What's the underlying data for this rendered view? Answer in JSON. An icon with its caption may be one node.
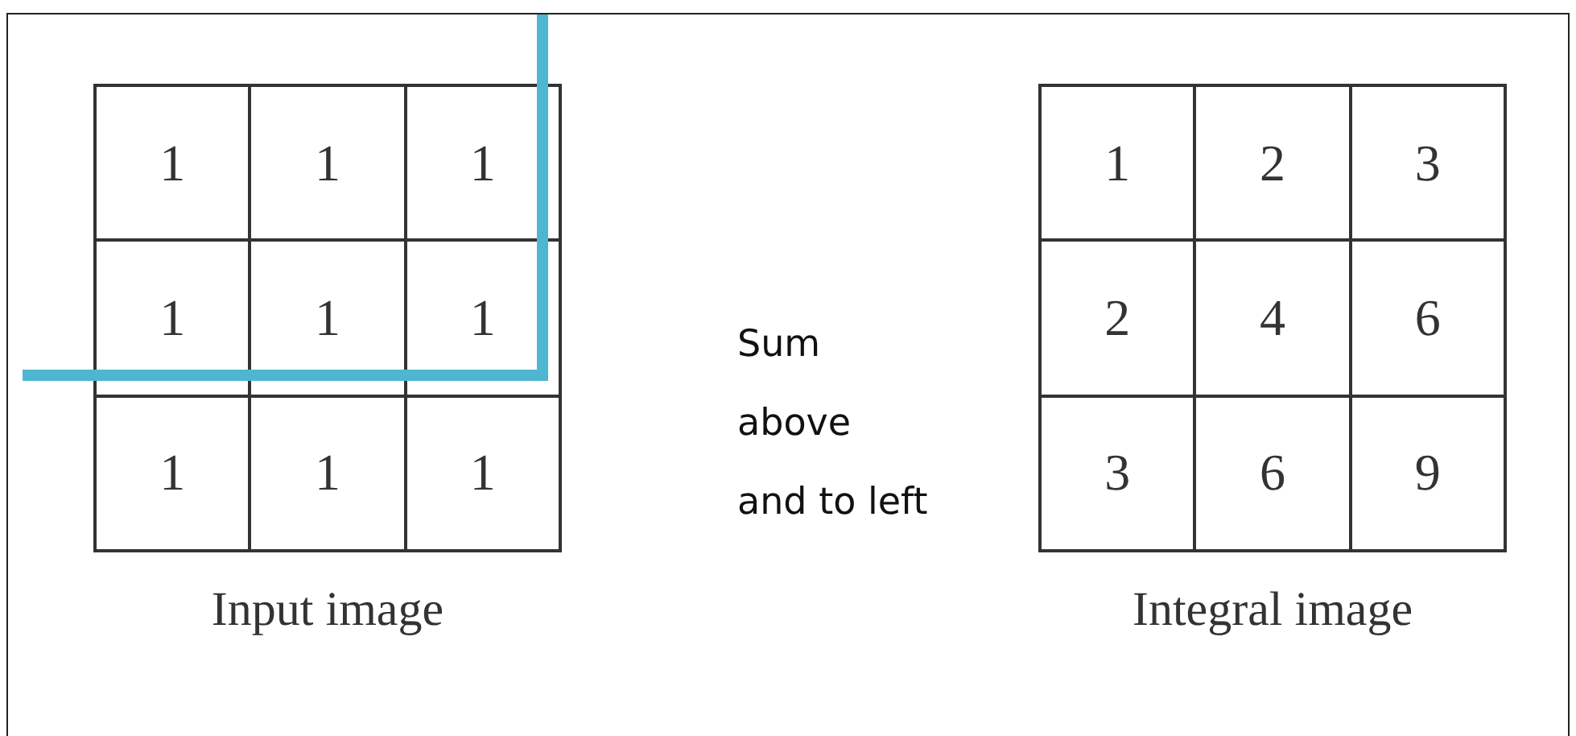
{
  "diagram": {
    "labels": [
      "1",
      "1",
      "1",
      "1",
      "1",
      "1",
      "1",
      "1",
      "1",
      "Input image",
      "Sum above and to left",
      "1",
      "2",
      "3",
      "2",
      "4",
      "6",
      "3",
      "6",
      "9",
      "Integral image"
    ]
  }
}
